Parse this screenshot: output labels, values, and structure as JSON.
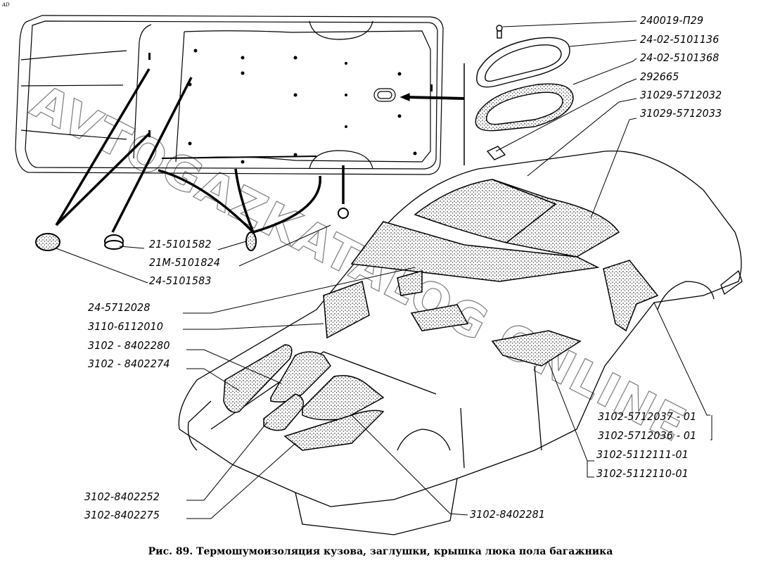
{
  "corner_mark": "AD",
  "watermark": "AVTOGAZKATALOG ONLINE",
  "caption": "Рис. 89. Термошумоизоляция кузова, заглушки, крышка люка пола багажника",
  "labels": {
    "p240019_P29": "240019-П29",
    "p24_02_5101136": "24-02-5101136",
    "p24_02_5101368": "24-02-5101368",
    "p292665": "292665",
    "p31029_5712032": "31029-5712032",
    "p31029_5712033": "31029-5712033",
    "p21_5101582": "21-5101582",
    "p21M_5101824": "21М-5101824",
    "p24_5101583": "24-5101583",
    "p24_5712028": "24-5712028",
    "p3110_6112010": "3110-6112010",
    "p3102_8402280": "3102 - 8402280",
    "p3102_8402274": "3102 - 8402274",
    "p3102_8402252": "3102-8402252",
    "p3102_8402275": "3102-8402275",
    "p3102_8402281": "3102-8402281",
    "p3102_5712037_01": "3102-5712037 - 01",
    "p3102_5712036_01": "3102-5712036 - 01",
    "p3102_5112111_01": "3102-5112111-01",
    "p3102_5112110_01": "3102-5112110-01"
  }
}
